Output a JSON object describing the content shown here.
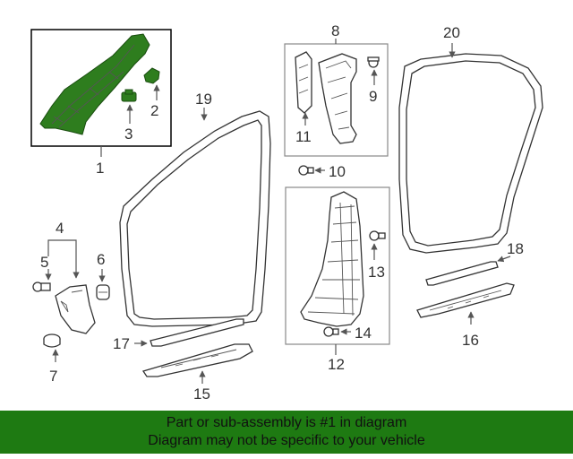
{
  "colors": {
    "highlight": "#2e7d1e",
    "banner": "#1e7a12",
    "outline": "#333333"
  },
  "callouts": {
    "c1": "1",
    "c2": "2",
    "c3": "3",
    "c4": "4",
    "c5": "5",
    "c6": "6",
    "c7": "7",
    "c8": "8",
    "c9": "9",
    "c10": "10",
    "c11": "11",
    "c12": "12",
    "c13": "13",
    "c14": "14",
    "c15": "15",
    "c16": "16",
    "c17": "17",
    "c18": "18",
    "c19": "19",
    "c20": "20"
  },
  "banner": {
    "line1": "Part or sub-assembly is #1 in diagram",
    "line2": "Diagram may not be specific to your vehicle"
  }
}
